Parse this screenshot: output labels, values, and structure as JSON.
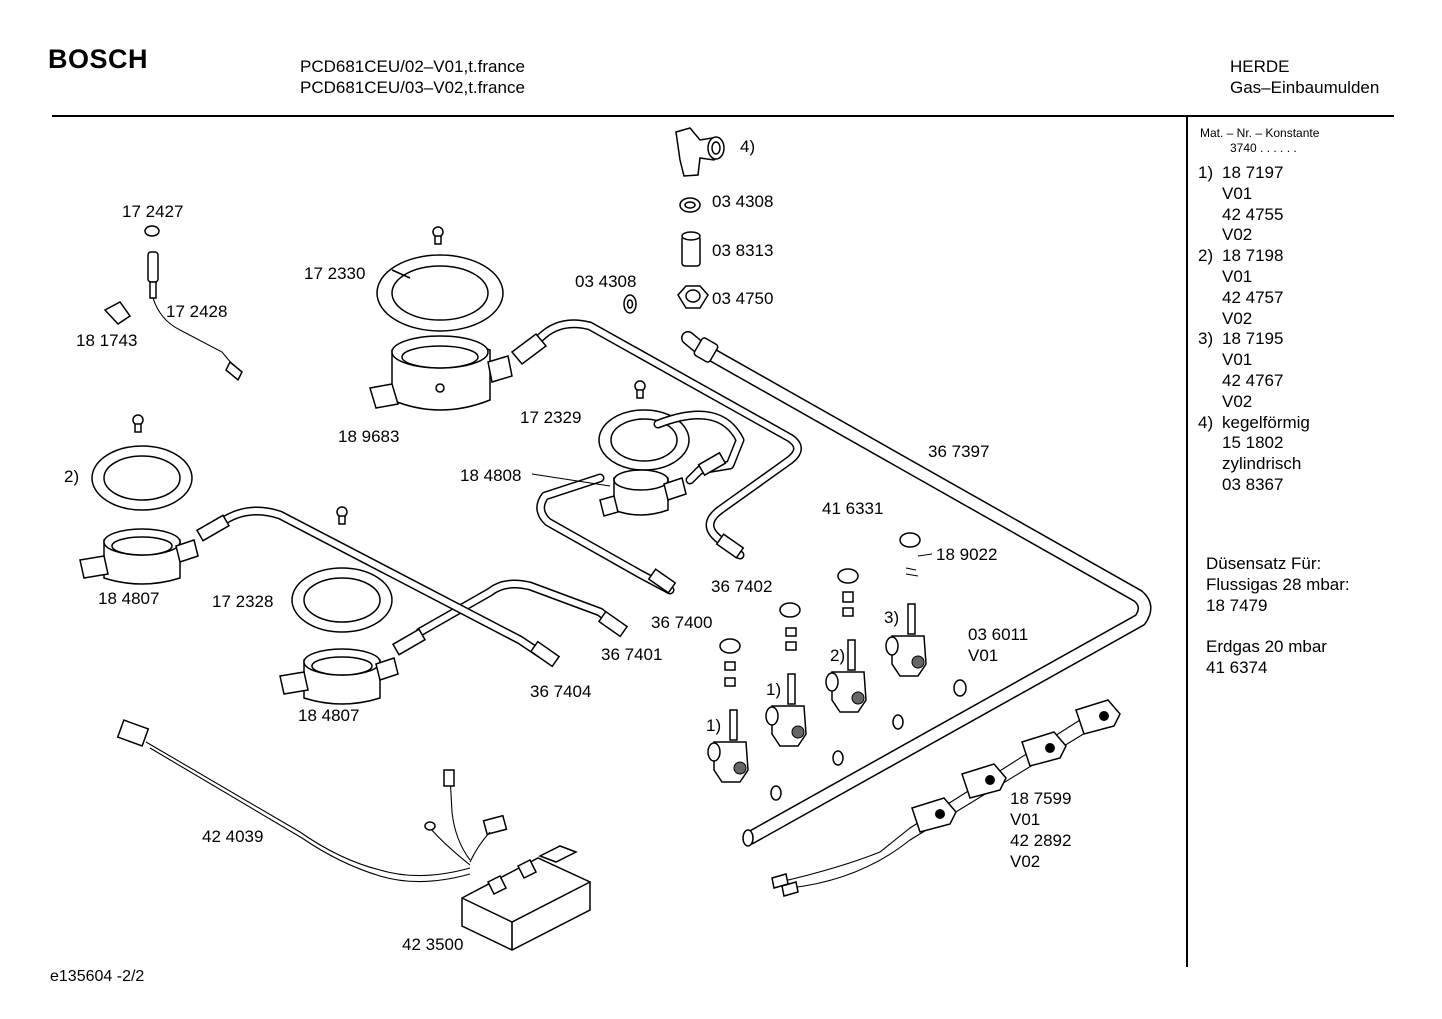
{
  "header": {
    "brand": "BOSCH",
    "model_line_1": "PCD681CEU/02–V01,t.france",
    "model_line_2": "PCD681CEU/03–V02,t.france",
    "category_line_1": "HERDE",
    "category_line_2": "Gas–Einbaumulden"
  },
  "sidebar": {
    "header_line_1": "Mat. – Nr. – Konstante",
    "header_line_2": "3740  .  .  .  .  .  .",
    "items": [
      {
        "num": "1)",
        "text": "18 7197"
      },
      {
        "num": "",
        "text": "V01"
      },
      {
        "num": "",
        "text": "42 4755"
      },
      {
        "num": "",
        "text": "V02"
      },
      {
        "num": "2)",
        "text": "18 7198"
      },
      {
        "num": "",
        "text": "V01"
      },
      {
        "num": "",
        "text": "42 4757"
      },
      {
        "num": "",
        "text": "V02"
      },
      {
        "num": "3)",
        "text": "18 7195"
      },
      {
        "num": "",
        "text": "V01"
      },
      {
        "num": "",
        "text": "42 4767"
      },
      {
        "num": "",
        "text": "V02"
      },
      {
        "num": "4)",
        "text": "kegelförmig"
      },
      {
        "num": "",
        "text": "15 1802"
      },
      {
        "num": "",
        "text": "zylindrisch"
      },
      {
        "num": "",
        "text": "03 8367"
      }
    ],
    "nozzle_lines": [
      "Düsensatz Für:",
      "Flussigas 28 mbar:",
      "18 7479",
      "",
      "Erdgas 20 mbar",
      "41 6374"
    ]
  },
  "labels": {
    "p172427": "17 2427",
    "p172428": "17 2428",
    "p181743": "18 1743",
    "p172330": "17 2330",
    "p189683": "18 9683",
    "p034308a": "03 4308",
    "p034308b": "03 4308",
    "p038313": "03 8313",
    "p034750": "03 4750",
    "ref4": "4)",
    "p172329": "17 2329",
    "p184808": "18 4808",
    "ref2a": "2)",
    "p184807a": "18 4807",
    "p172328": "17 2328",
    "p184807b": "18 4807",
    "p367397": "36 7397",
    "p416331": "41 6331",
    "p189022": "18 9022",
    "p367402": "36 7402",
    "p367400": "36 7400",
    "p367401": "36 7401",
    "p367404": "36 7404",
    "p036011": "03 6011",
    "v01a": "V01",
    "ref3": "3)",
    "ref2b": "2)",
    "ref1a": "1)",
    "ref1b": "1)",
    "p187599": "18 7599",
    "v01b": "V01",
    "p422892": "42 2892",
    "v02b": "V02",
    "p424039": "42 4039",
    "p423500": "42 3500"
  },
  "footer": {
    "code": "e135604   -2/2"
  }
}
